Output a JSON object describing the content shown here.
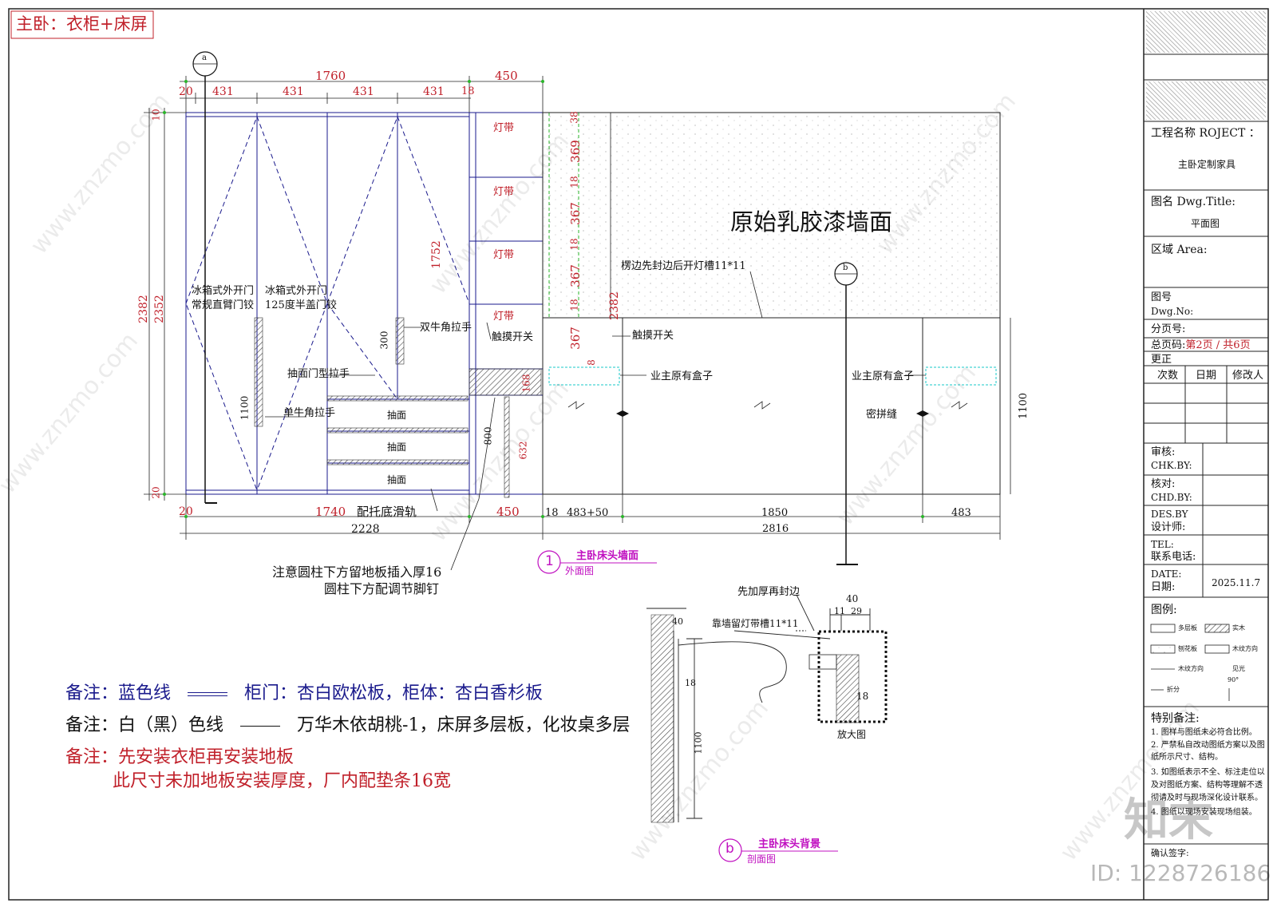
{
  "sheet_title": "主卧：衣柜+床屏",
  "elevation": {
    "top_dims": [
      "1760",
      "450"
    ],
    "top_sub_dims": [
      "20",
      "431",
      "431",
      "431",
      "431",
      "18"
    ],
    "bottom_dims": [
      "20",
      "1740",
      "450",
      "18",
      "483+50",
      "1850",
      "483"
    ],
    "overall_bottom": [
      "2228",
      "2816"
    ],
    "left_dims": [
      "2382",
      "2352",
      "10",
      "20"
    ],
    "door_labels": [
      "冰箱式外开门\n常规直臂门铰",
      "冰箱式外开门\n125度半盖门铰"
    ],
    "handle_labels": {
      "ox_single": "单牛角拉手",
      "ox_double": "双牛角拉手",
      "inset": "抽面门型拉手",
      "slide": "配托底滑轨"
    },
    "light_strip": "灯带",
    "touch_switch": "触摸开关",
    "drawer": "抽面",
    "vertical_dims": [
      "1752",
      "300",
      "1100",
      "800",
      "632"
    ],
    "shelf_dims": [
      "38",
      "369",
      "18",
      "367",
      "18",
      "367",
      "18",
      "367",
      "8",
      "168"
    ],
    "wall_label": "原始乳胶漆墙面",
    "slot_note": "楞边先封边后开灯槽11*11",
    "owner_box": "业主原有盒子",
    "seam": "密拼缝",
    "dim_2382": "2382",
    "dim_1100": "1100",
    "cylinder_note_1": "注意圆柱下方留地板插入厚16",
    "cylinder_note_2": "圆柱下方配调节脚钉",
    "marker_a": "a",
    "marker_b": "b"
  },
  "section": {
    "title_num": "1",
    "title": "主卧床头墙面",
    "subtitle": "外面图",
    "b_title_num": "b",
    "b_title": "主卧床头背景",
    "b_subtitle": "剖面图",
    "edge_note": "先加厚再封边",
    "slot_note": "靠墙留灯带槽11*11",
    "dims": [
      "40",
      "11",
      "29",
      "18",
      "40",
      "18",
      "1100"
    ],
    "enlarge": "放大图"
  },
  "notes": [
    {
      "prefix": "备注：蓝色线",
      "mid": "柜门：杏白欧松板，柜体：杏白香杉板",
      "color": "#1a1a8c"
    },
    {
      "prefix": "备注：白（黑）色线",
      "mid": "万华木依胡桃-1，床屏多层板，化妆桌多层",
      "color": "#111111"
    },
    {
      "prefix": "备注：先安装衣柜再安装地板",
      "mid": "此尺寸未加地板安装厚度，厂内配垫条16宽",
      "color": "#c0202a"
    }
  ],
  "title_block": {
    "project_label": "工程名称 ROJECT ：",
    "project": "主卧定制家具",
    "dwg_label": "图名 Dwg.Title:",
    "dwg": "平面图",
    "area_label": "区域   Area:",
    "no_label": "图号",
    "no_label_en": "Dwg.No:",
    "page_label": "分页号:",
    "total_prefix": "总页码:",
    "total_pages": "第2页 / 共6页",
    "rev": "更正",
    "rev_cols": [
      "次数",
      "日期",
      "修改人"
    ],
    "chk": "审核:",
    "chk_en": "CHK.BY:",
    "chd": "核对:",
    "chd_en": "CHD.BY:",
    "des": "DES.BY",
    "des_cn": "设计师:",
    "tel": "TEL:",
    "tel_cn": "联系电话:",
    "date_en": "DATE:",
    "date_cn": "日期:",
    "date": "2025.11.7",
    "legend": "图例:",
    "legend_items": [
      "多层板",
      "实木",
      "刨花板",
      "木纹方向",
      "木纹方向",
      "见光",
      "折分",
      "90°"
    ],
    "special": "特别备注:",
    "special_items": [
      "1. 图样与图纸未必符合比例。",
      "2. 严禁私自改动图纸方案以及图",
      "纸所示尺寸、结构。",
      "3. 如图纸表示不全、标注走位以",
      "及对图纸方案、结构等理解不透",
      "彻请及时与现场深化设计联系。",
      "4. 图纸以现场安装现场组装。"
    ],
    "confirm": "确认签字:"
  },
  "watermark": "www.znzmo.com",
  "brand": "知末",
  "id_text": "ID: 1228726186",
  "colors": {
    "blue": "#1a1a8c",
    "red": "#c0202a",
    "green": "#2ab52a",
    "cyan": "#18c8c8",
    "magenta": "#c010c0"
  }
}
